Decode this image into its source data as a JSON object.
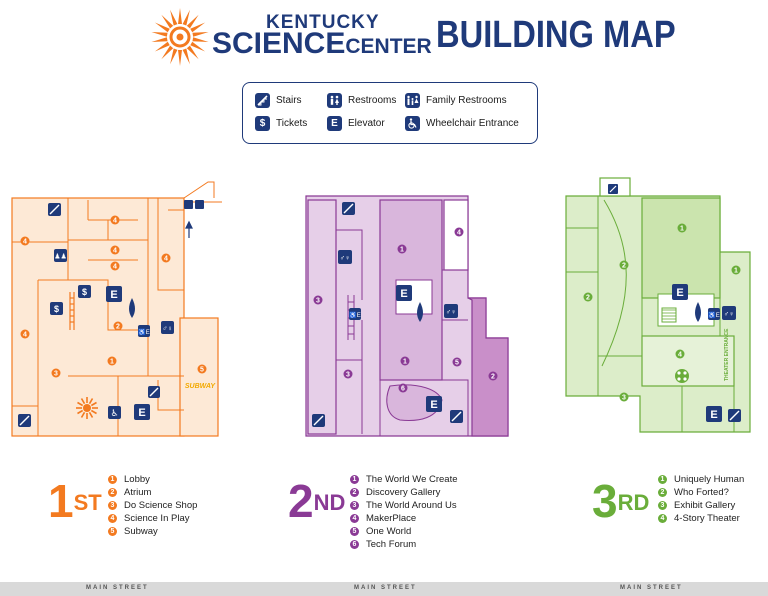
{
  "header": {
    "brand_line1": "KENTUCKY",
    "brand_line2_a": "SCIENCE",
    "brand_line2_b": "CENTER",
    "title": "BUILDING MAP"
  },
  "legend": {
    "items": [
      {
        "icon": "stairs-icon",
        "label": "Stairs"
      },
      {
        "icon": "restrooms-icon",
        "label": "Restrooms"
      },
      {
        "icon": "family-restrooms-icon",
        "label": "Family Restrooms"
      },
      {
        "icon": "tickets-icon",
        "label": "Tickets",
        "glyph": "$"
      },
      {
        "icon": "elevator-icon",
        "label": "Elevator",
        "glyph": "E"
      },
      {
        "icon": "wheelchair-icon",
        "label": "Wheelchair Entrance"
      }
    ]
  },
  "floors": [
    {
      "number": "1",
      "suffix": "ST",
      "color": "#f37a20",
      "light": "#fde9d6",
      "rooms": [
        "Lobby",
        "Atrium",
        "Do Science Shop",
        "Science In Play",
        "Subway"
      ],
      "subway_label": "SUBWAY"
    },
    {
      "number": "2",
      "suffix": "ND",
      "color": "#8a3a95",
      "light": "#e6cfe8",
      "rooms": [
        "The World We Create",
        "Discovery Gallery",
        "The World Around Us",
        "MakerPlace",
        "One World",
        "Tech Forum"
      ]
    },
    {
      "number": "3",
      "suffix": "RD",
      "color": "#6aad3a",
      "light": "#dcedc9",
      "rooms": [
        "Uniquely Human",
        "Who Forted?",
        "Exhibit Gallery",
        "4-Story Theater"
      ],
      "theater_entrance": "THEATER ENTRANCE"
    }
  ],
  "footer": {
    "street_label": "MAIN STREET"
  },
  "colors": {
    "navy": "#1f3a7a",
    "orange": "#f37a20",
    "purple": "#8a3a95",
    "green": "#6aad3a"
  }
}
